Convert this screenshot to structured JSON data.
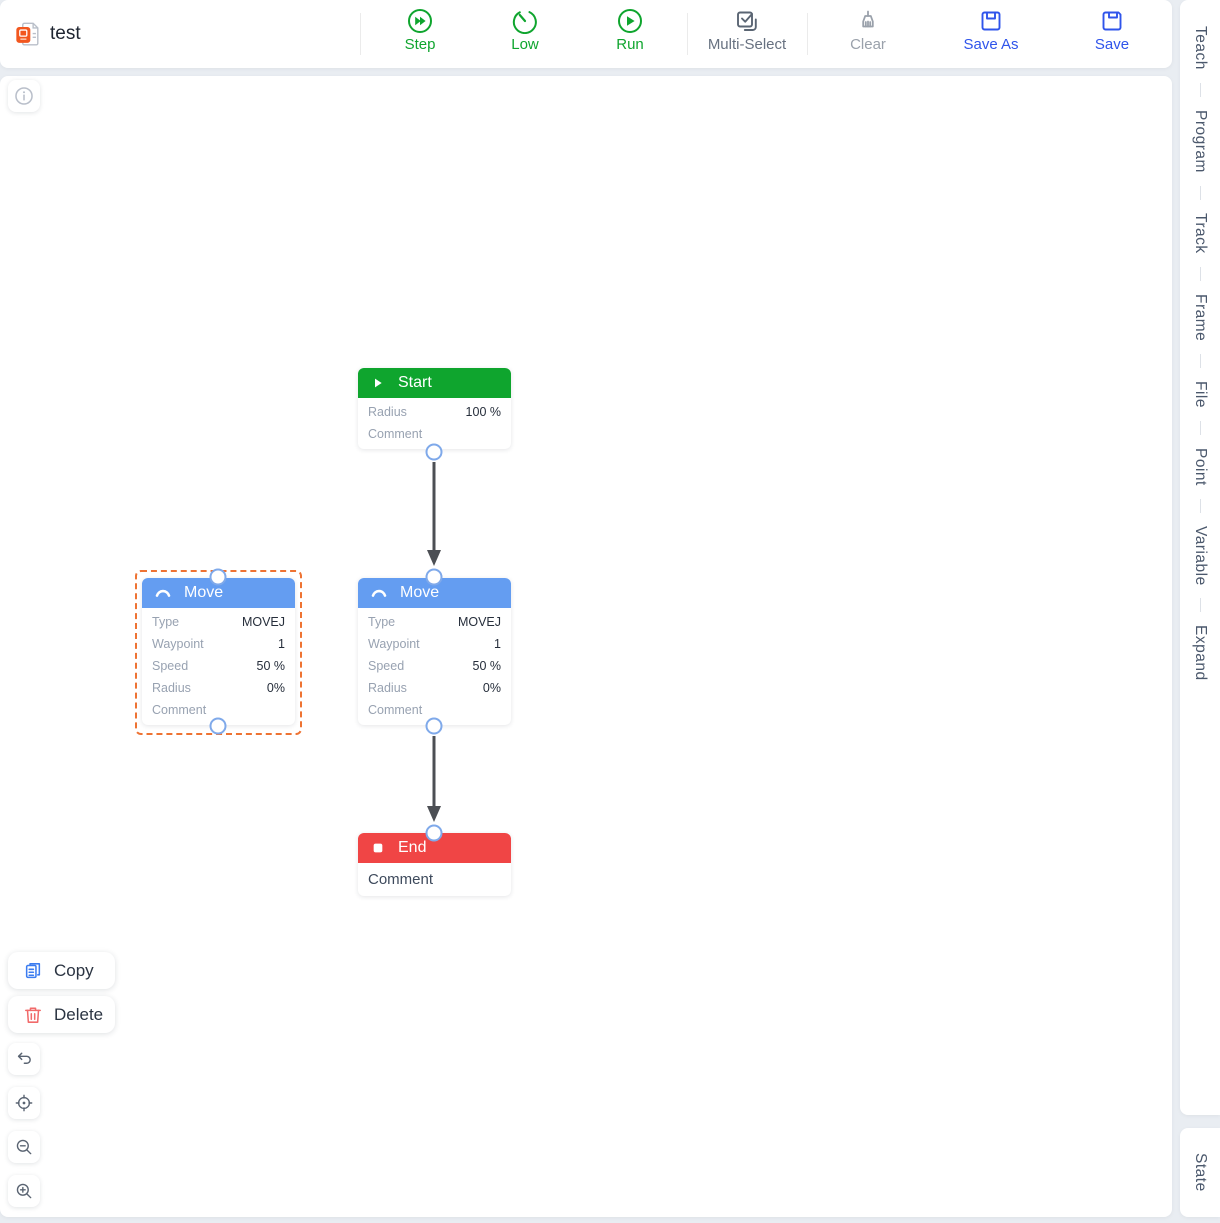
{
  "window": {
    "title": "test"
  },
  "toolbar": {
    "items": [
      {
        "label": "Step",
        "icon": "step-icon"
      },
      {
        "label": "Low",
        "icon": "gauge-icon"
      },
      {
        "label": "Run",
        "icon": "run-icon"
      },
      {
        "label": "Multi-Select",
        "icon": "multi-select-icon"
      },
      {
        "label": "Clear",
        "icon": "broom-icon"
      },
      {
        "label": "Save As",
        "icon": "save-as-icon"
      },
      {
        "label": "Save",
        "icon": "save-icon"
      }
    ]
  },
  "sidebar": {
    "tabs": [
      {
        "label": "Teach"
      },
      {
        "label": "Program"
      },
      {
        "label": "Track"
      },
      {
        "label": "Frame"
      },
      {
        "label": "File"
      },
      {
        "label": "Point"
      },
      {
        "label": "Variable"
      },
      {
        "label": "Expand"
      }
    ],
    "state_tab": {
      "label": "State"
    }
  },
  "flowchart": {
    "start": {
      "title": "Start",
      "rows": [
        {
          "label": "Radius",
          "value": "100 %"
        },
        {
          "label": "Comment",
          "value": ""
        }
      ]
    },
    "move_selected": {
      "title": "Move",
      "rows": [
        {
          "label": "Type",
          "value": "MOVEJ"
        },
        {
          "label": "Waypoint",
          "value": "1"
        },
        {
          "label": "Speed",
          "value": "50 %"
        },
        {
          "label": "Radius",
          "value": "0%"
        },
        {
          "label": "Comment",
          "value": ""
        }
      ]
    },
    "move_center": {
      "title": "Move",
      "rows": [
        {
          "label": "Type",
          "value": "MOVEJ"
        },
        {
          "label": "Waypoint",
          "value": "1"
        },
        {
          "label": "Speed",
          "value": "50 %"
        },
        {
          "label": "Radius",
          "value": "0%"
        },
        {
          "label": "Comment",
          "value": ""
        }
      ]
    },
    "end": {
      "title": "End",
      "comment_label": "Comment"
    }
  },
  "context_menu": {
    "copy_label": "Copy",
    "delete_label": "Delete"
  },
  "colors": {
    "run_green": "#0fa52e",
    "save_blue": "#2f54eb",
    "move_header_blue": "#649df1",
    "start_header_green": "#0fa52e",
    "end_header_red": "#f04545",
    "selection_orange": "#ee7333",
    "connector_blue": "#7fa9ea"
  }
}
